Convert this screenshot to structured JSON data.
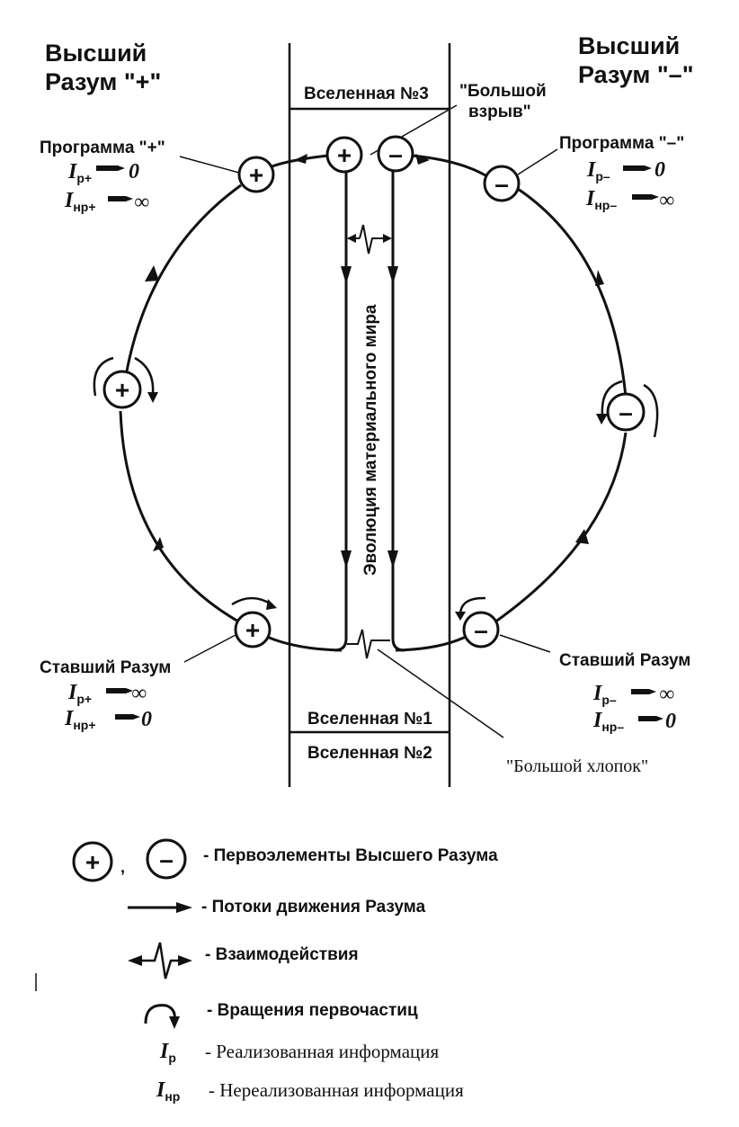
{
  "headers": {
    "left_line1": "Высший",
    "left_line2": "Разум \"+\"",
    "right_line1": "Высший",
    "right_line2": "Разум \"–\""
  },
  "universes": {
    "u3": "Вселенная №3",
    "u1": "Вселенная №1",
    "u2": "Вселенная №2"
  },
  "big_bang": {
    "line1": "\"Большой",
    "line2": "взрыв\""
  },
  "big_clap": "\"Большой хлопок\"",
  "evolution": "Эволюция материального мира",
  "program_plus": {
    "title": "Программа \"+\"",
    "f1_sym": "I",
    "f1_sub": "р+",
    "f1_val": "0",
    "f2_sym": "I",
    "f2_sub": "нр+",
    "f2_val": "∞"
  },
  "program_minus": {
    "title": "Программа \"–\"",
    "f1_sym": "I",
    "f1_sub": "р–",
    "f1_val": "0",
    "f2_sym": "I",
    "f2_sub": "нр–",
    "f2_val": "∞"
  },
  "became_plus": {
    "title": "Ставший Разум",
    "f1_sym": "I",
    "f1_sub": "р+",
    "f1_val": "∞",
    "f2_sym": "I",
    "f2_sub": "нр+",
    "f2_val": "0"
  },
  "became_minus": {
    "title": "Ставший Разум",
    "f1_sym": "I",
    "f1_sub": "р–",
    "f1_val": "∞",
    "f2_sym": "I",
    "f2_sub": "нр–",
    "f2_val": "0"
  },
  "symbols": {
    "plus": "+",
    "minus": "–",
    "comma": ","
  },
  "legend": {
    "elements": "- Первоэлементы Высшего Разума",
    "flows": "- Потоки движения Разума",
    "interactions": "- Взаимодействия",
    "rotations": "- Вращения первочастиц",
    "ir_sym": "I",
    "ir_sub": "р",
    "ir_text": "- Реализованная информация",
    "inr_sym": "I",
    "inr_sub": "нр",
    "inr_text": "- Нереализованная информация"
  }
}
